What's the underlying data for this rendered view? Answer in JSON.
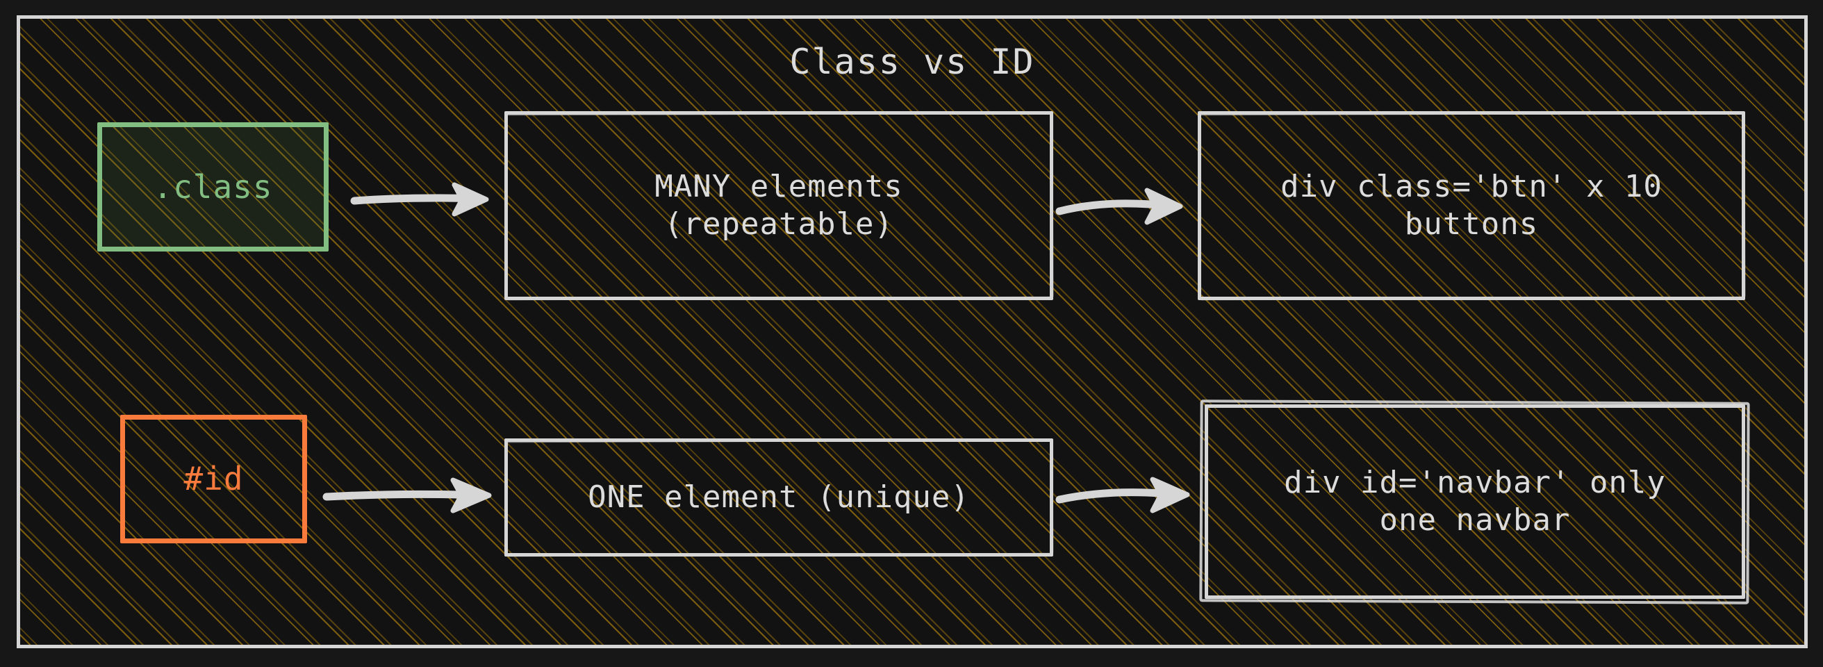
{
  "diagram": {
    "title": "Class vs ID",
    "colors": {
      "background": "#171717",
      "panel": "#121212",
      "hatch": "#86640e",
      "stroke": "#d6d6d6",
      "class_green": "#82bd82",
      "id_orange": "#f97b3d"
    },
    "nodes": {
      "class_selector": ".class",
      "many_elements": "MANY elements\n(repeatable)",
      "btn_example": "div class='btn' x 10\nbuttons",
      "id_selector": "#id",
      "one_element": "ONE element (unique)",
      "navbar_example": "div id='navbar' only\none navbar"
    },
    "edges": [
      {
        "name": "class-to-many",
        "from": ".class",
        "to": "MANY elements (repeatable)",
        "label": ""
      },
      {
        "name": "many-to-btn",
        "from": "MANY elements (repeatable)",
        "to": "div class='btn' x 10 buttons",
        "label": ""
      },
      {
        "name": "id-to-one",
        "from": "#id",
        "to": "ONE element (unique)",
        "label": ""
      },
      {
        "name": "one-to-navbar",
        "from": "ONE element (unique)",
        "to": "div id='navbar' only one navbar",
        "label": ""
      }
    ]
  }
}
